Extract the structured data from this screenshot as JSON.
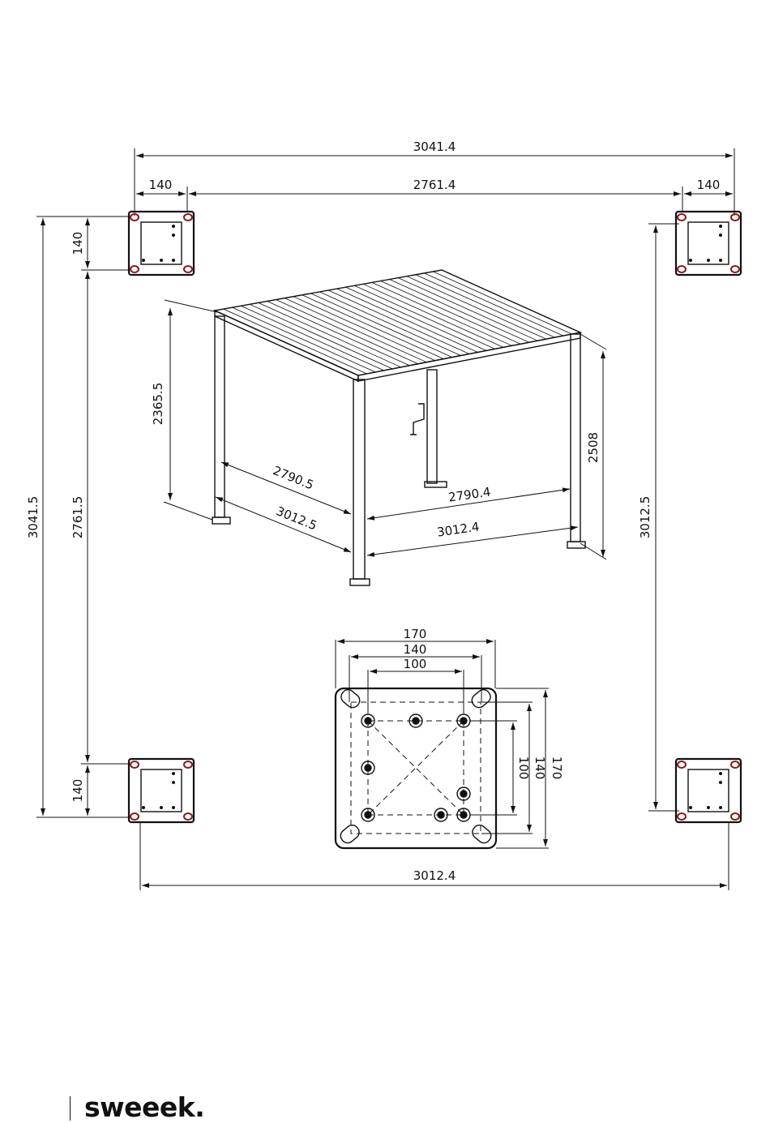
{
  "plan": {
    "overall_width_top": "3041.4",
    "corner_left_top": "140",
    "inner_width_top": "2761.4",
    "corner_right_top": "140",
    "overall_depth_left": "3041.5",
    "inner_depth_left": "2761.5",
    "corner_top_left": "140",
    "corner_bottom_left": "140",
    "depth_right": "3012.5",
    "width_bottom": "3012.4"
  },
  "perspective": {
    "height_back": "2365.5",
    "height_front": "2508",
    "inner_left": "2790.5",
    "outer_left": "3012.5",
    "inner_right": "2790.4",
    "outer_right": "3012.4"
  },
  "base_plate": {
    "width_outer": "170",
    "width_mid": "140",
    "width_inner": "100",
    "height_inner": "100",
    "height_mid": "140",
    "height_outer": "170"
  },
  "brand": {
    "name": "sweeek."
  },
  "colors": {
    "line": "#111111",
    "bolt_hole": "#8b1a1a"
  }
}
